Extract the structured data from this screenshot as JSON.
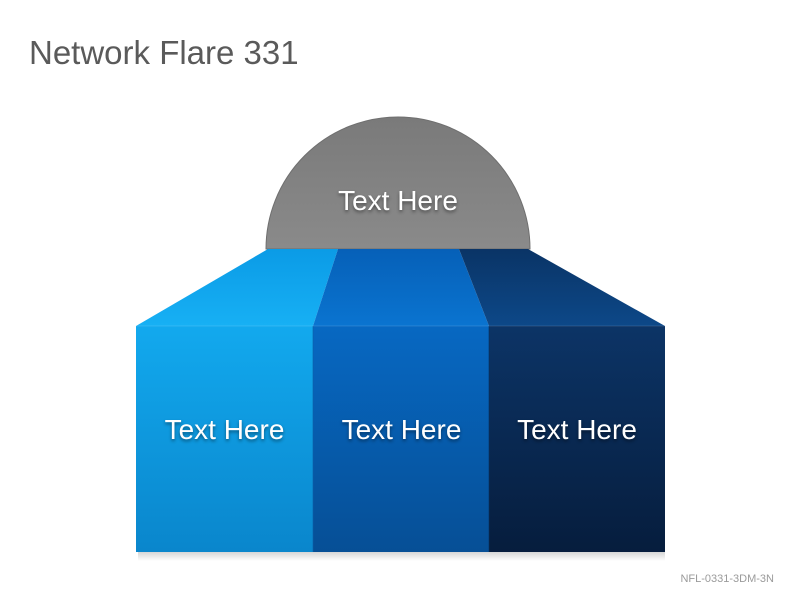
{
  "header": {
    "title": "Network Flare 331"
  },
  "diagram": {
    "dome_label": "Text Here",
    "columns": [
      {
        "label": "Text Here",
        "color": "#10a6ec"
      },
      {
        "label": "Text Here",
        "color": "#0665bf"
      },
      {
        "label": "Text Here",
        "color": "#0a2d5e"
      }
    ],
    "dome_color": "#808080"
  },
  "footer": {
    "code": "NFL-0331-3DM-3N"
  }
}
